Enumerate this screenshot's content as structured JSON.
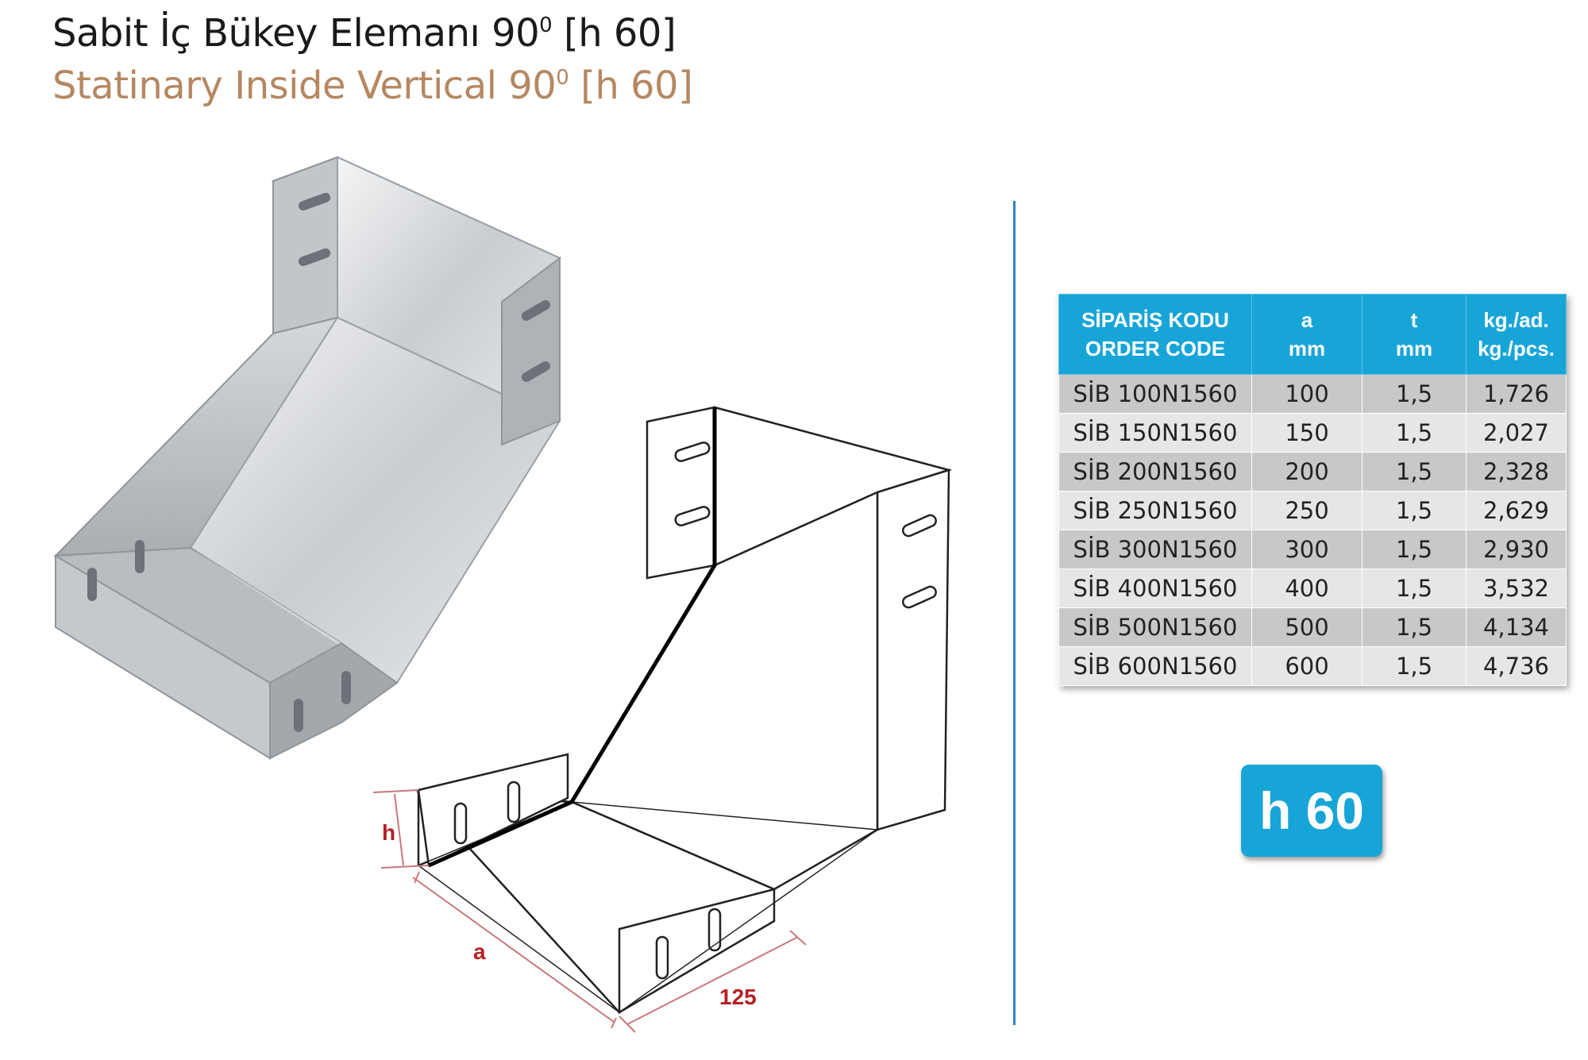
{
  "title_tr": "Sabit İç Bükey Elemanı 90",
  "title_tr_sup": "0",
  "title_tr_suffix": " [h 60]",
  "title_en": "Statinary Inside Vertical 90",
  "title_en_sup": "0",
  "title_en_suffix": " [h 60]",
  "table": {
    "headers": [
      {
        "line1": "SİPARİŞ KODU",
        "line2": "ORDER CODE"
      },
      {
        "line1": "a",
        "line2": "mm"
      },
      {
        "line1": "t",
        "line2": "mm"
      },
      {
        "line1": "kg./ad.",
        "line2": "kg./pcs."
      }
    ],
    "rows": [
      [
        "SİB 100N1560",
        "100",
        "1,5",
        "1,726"
      ],
      [
        "SİB 150N1560",
        "150",
        "1,5",
        "2,027"
      ],
      [
        "SİB 200N1560",
        "200",
        "1,5",
        "2,328"
      ],
      [
        "SİB 250N1560",
        "250",
        "1,5",
        "2,629"
      ],
      [
        "SİB 300N1560",
        "300",
        "1,5",
        "2,930"
      ],
      [
        "SİB 400N1560",
        "400",
        "1,5",
        "3,532"
      ],
      [
        "SİB 500N1560",
        "500",
        "1,5",
        "4,134"
      ],
      [
        "SİB 600N1560",
        "600",
        "1,5",
        "4,736"
      ]
    ]
  },
  "badge": "h 60",
  "dimensions": {
    "h": "h",
    "a": "a",
    "length": "125"
  },
  "colors": {
    "accent": "#17a5d8",
    "dimension": "#b52025",
    "subtitle": "#b58862"
  }
}
